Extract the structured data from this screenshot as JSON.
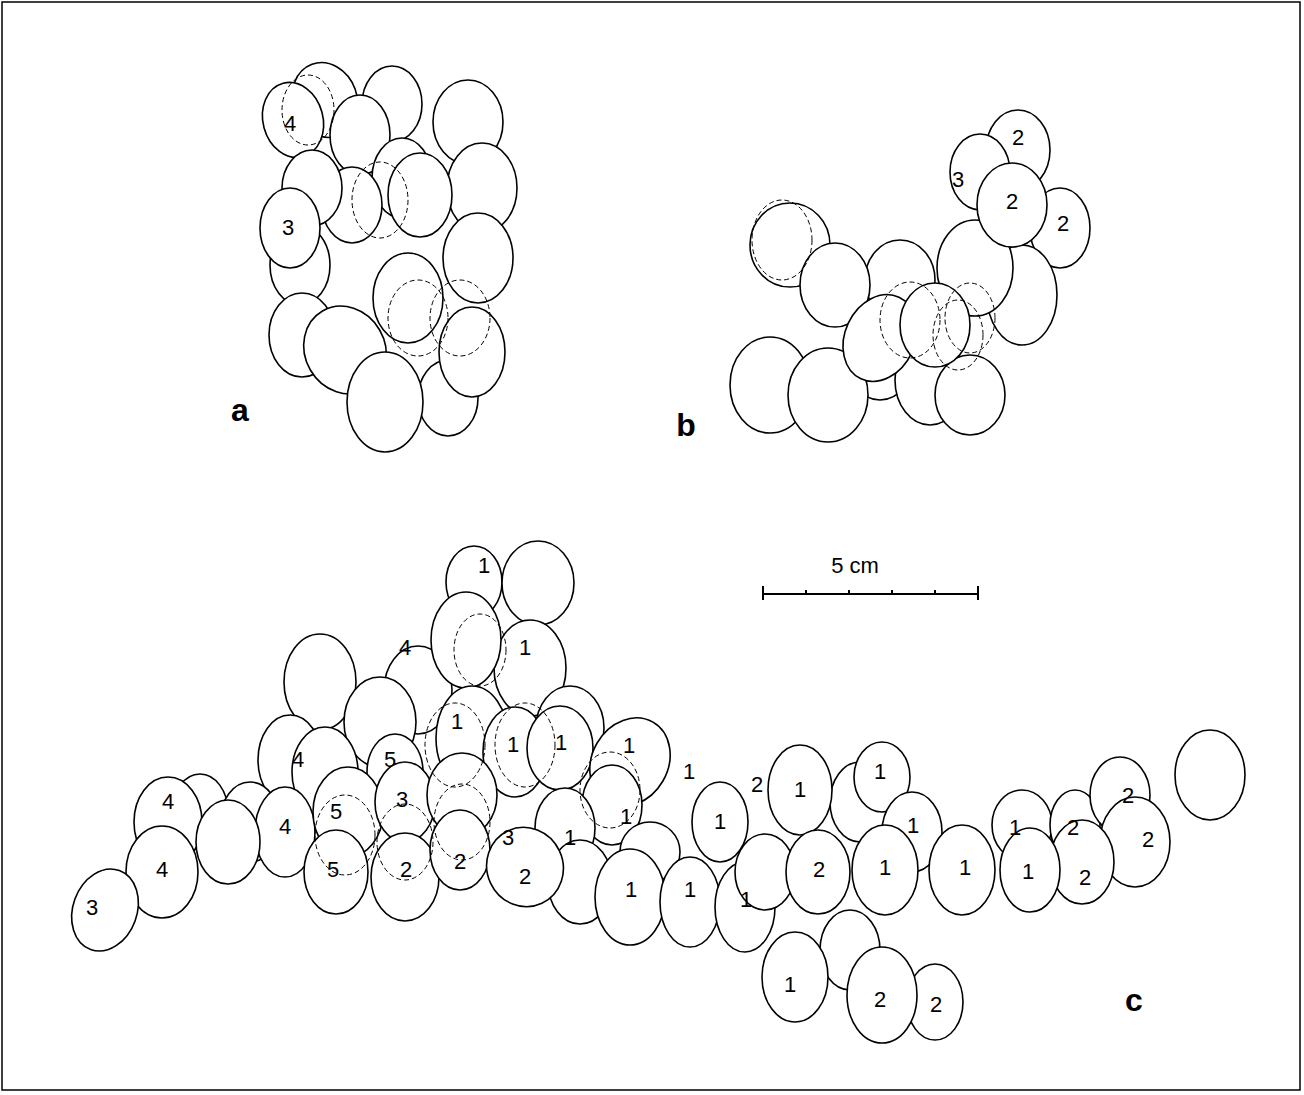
{
  "diagram": {
    "labels": [
      "4",
      "3",
      "a",
      "2",
      "3",
      "2",
      "2",
      "b",
      "5 cm",
      "1",
      "4",
      "1",
      "4",
      "5",
      "1",
      "1",
      "1",
      "1",
      "1",
      "2",
      "1",
      "1",
      "4",
      "5",
      "3",
      "1",
      "1",
      "1",
      "1",
      "2",
      "2",
      "4",
      "2",
      "3",
      "1",
      "2",
      "1",
      "1",
      "1",
      "2",
      "2",
      "4",
      "5",
      "2",
      "2",
      "1",
      "1",
      "1",
      "3",
      "1",
      "2",
      "2",
      "c"
    ]
  }
}
